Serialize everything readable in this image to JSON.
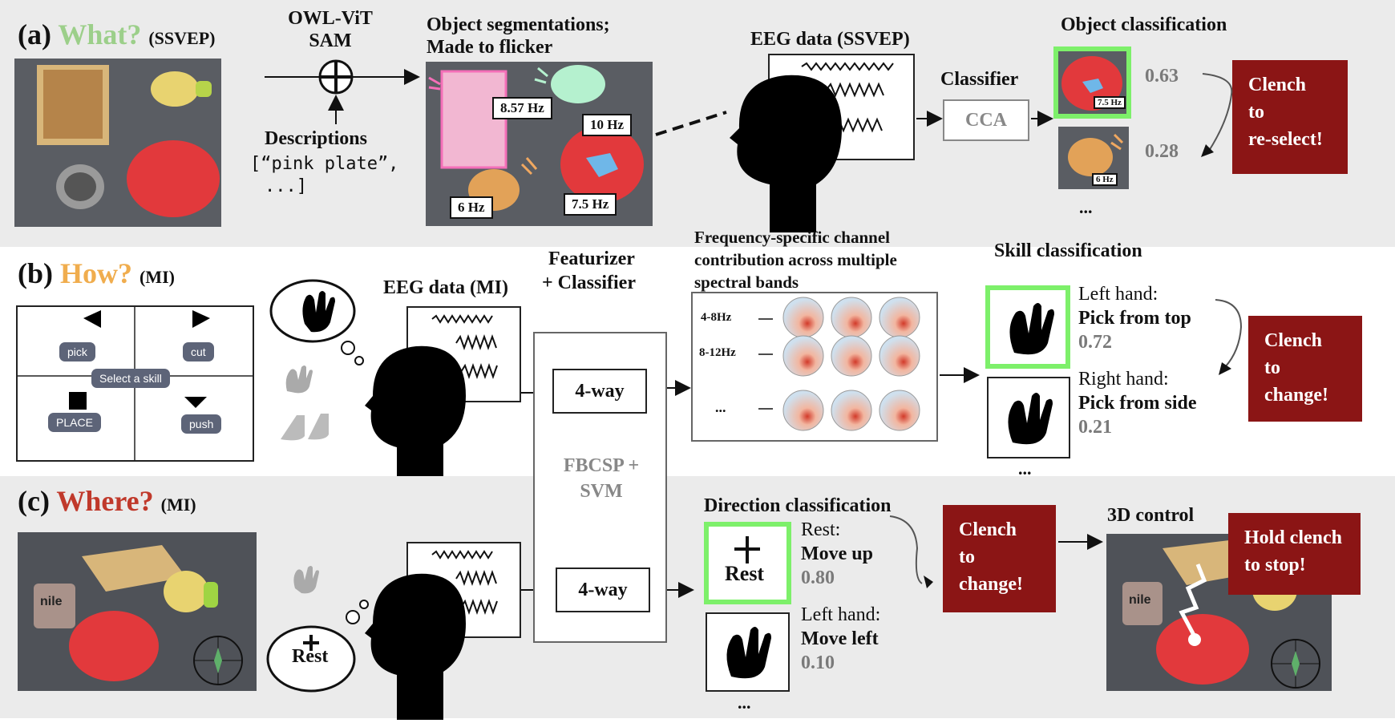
{
  "panel_a": {
    "tag": "(a)",
    "title": "What?",
    "paradigm": "(SSVEP)",
    "model_top": "OWL-ViT",
    "model_bottom": "SAM",
    "descriptions_label": "Descriptions",
    "descriptions_line1": "[“pink plate”,",
    "descriptions_line2": "...]",
    "seg_title1": "Object segmentations;",
    "seg_title2": "Made to flicker",
    "freq_labels": [
      "8.57 Hz",
      "10 Hz",
      "6 Hz",
      "7.5 Hz"
    ],
    "eeg_title": "EEG data (SSVEP)",
    "classifier_label": "Classifier",
    "cca_label": "CCA",
    "classif_title": "Object classification",
    "thumb_labels": [
      "7.5 Hz",
      "6 Hz"
    ],
    "scores": [
      "0.63",
      "0.28"
    ],
    "ellipsis": "...",
    "action": [
      "Clench",
      "to",
      "re-select!"
    ]
  },
  "panel_b": {
    "tag": "(b)",
    "title": "How?",
    "paradigm": "(MI)",
    "skills": [
      "pick",
      "cut",
      "Select a skill",
      "PLACE",
      "push"
    ],
    "eeg_title": "EEG data (MI)",
    "featurizer1": "Featurizer",
    "featurizer2": "+ Classifier",
    "fourway": "4-way",
    "fbcsp1": "FBCSP +",
    "fbcsp2": "SVM",
    "freq_title1": "Frequency-specific channel",
    "freq_title2": "contribution across multiple",
    "freq_title3": "spectral bands",
    "bands": [
      "4-8Hz",
      "8-12Hz",
      "..."
    ],
    "skill_title": "Skill classification",
    "opt1_hand": "Left hand:",
    "opt1_action": "Pick from top",
    "opt1_score": "0.72",
    "opt2_hand": "Right hand:",
    "opt2_action": "Pick from side",
    "opt2_score": "0.21",
    "ellipsis": "...",
    "action": [
      "Clench",
      "to",
      "change!"
    ]
  },
  "panel_c": {
    "tag": "(c)",
    "title": "Where?",
    "paradigm": "(MI)",
    "rest_label": "Rest",
    "fourway": "4-way",
    "dir_title": "Direction classification",
    "opt1_hand": "Rest:",
    "opt1_action": "Move up",
    "opt1_score": "0.80",
    "opt2_hand": "Left hand:",
    "opt2_action": "Move left",
    "opt2_score": "0.10",
    "ellipsis": "...",
    "action": [
      "Clench",
      "to",
      "change!"
    ],
    "control_title": "3D control",
    "stop_action": [
      "Hold clench",
      "to stop!"
    ],
    "mug_text": "nile"
  },
  "colors": {
    "what": "#9ccf8a",
    "how": "#f0ad4e",
    "where": "#c0392b",
    "alert": "#8b1515",
    "select": "#7df06a"
  }
}
